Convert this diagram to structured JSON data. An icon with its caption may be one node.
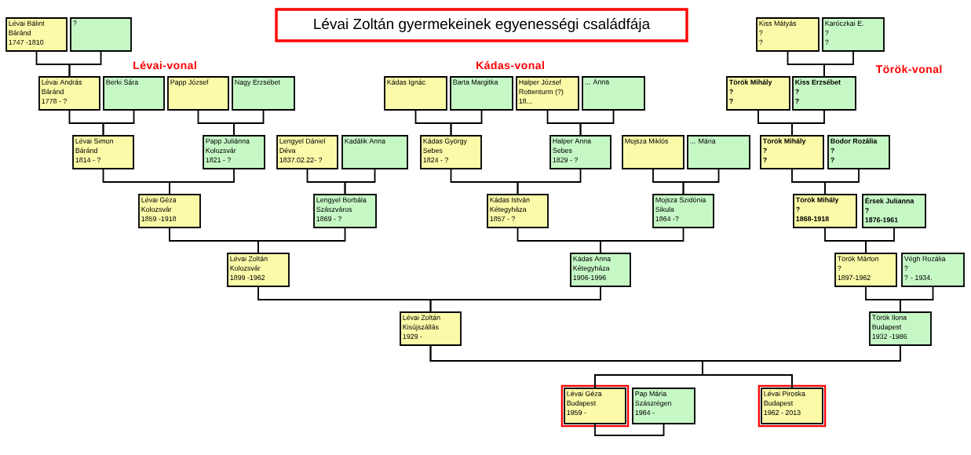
{
  "diagram": {
    "title": "Lévai Zoltán  gyermekeinek egyenességi családfája",
    "nodes": [
      {
        "text": [
          "Lévai Bálint",
          "Báránd",
          "1747 -1810"
        ]
      },
      {
        "text": [
          "?"
        ]
      },
      {
        "text": [
          "Kiss Mátyás",
          "?",
          "?"
        ]
      },
      {
        "text": [
          "Karóczkai E.",
          "?",
          "?"
        ]
      },
      {
        "text": [
          "Lévai András",
          "Báránd",
          "1778 - ?"
        ]
      },
      {
        "text": [
          "Berki Sára"
        ]
      },
      {
        "text": [
          "Papp József"
        ]
      },
      {
        "text": [
          "Nagy Erzsébet"
        ]
      },
      {
        "text": [
          "Kádas Ignác"
        ]
      },
      {
        "text": [
          "Barta Margitka"
        ]
      },
      {
        "text": [
          "Halper József",
          "Rottenturm (?)",
          "18..."
        ]
      },
      {
        "text": [
          "... Anna"
        ]
      },
      {
        "text": [
          "Török Mihály",
          "?",
          "?"
        ]
      },
      {
        "text": [
          "Kiss Erzsébet",
          "?",
          "?"
        ]
      },
      {
        "text": [
          "Lévai Simon",
          "Báránd",
          "1814 - ?"
        ]
      },
      {
        "text": [
          "Papp Juliánna",
          "Kolozsvár",
          "1821 - ?"
        ]
      },
      {
        "text": [
          "Lengyel Dániel",
          "Déva",
          "1837.02.22- ?"
        ]
      },
      {
        "text": [
          "Kadálik Anna"
        ]
      },
      {
        "text": [
          "Kádas György",
          "Sebes",
          "1824 - ?"
        ]
      },
      {
        "text": [
          "Halper Anna",
          "Sebes",
          "1829 - ?"
        ]
      },
      {
        "text": [
          "Mojsza Miklós"
        ]
      },
      {
        "text": [
          "... Mária"
        ]
      },
      {
        "text": [
          "Török Mihály",
          "?",
          "?"
        ]
      },
      {
        "text": [
          "Bodor Rozália",
          "?",
          "?"
        ]
      },
      {
        "text": [
          "Lévai Géza",
          "Kolozsvár",
          "1859 -1918"
        ]
      },
      {
        "text": [
          "Lengyel Borbála",
          "Szászváros",
          "1869 - ?"
        ]
      },
      {
        "text": [
          "Kádas István",
          "Kétegyháza",
          "1857 - ?"
        ]
      },
      {
        "text": [
          "Mojsza Szidónia",
          "Sikula",
          "1864 -?"
        ]
      },
      {
        "text": [
          "Török Mihály",
          "?",
          "1868-1918"
        ]
      },
      {
        "text": [
          "Érsek Julianna",
          "?",
          "1876-1961"
        ]
      },
      {
        "text": [
          "Lévai Zoltán",
          "Kolozsvár",
          "1899 -1962"
        ]
      },
      {
        "text": [
          "Kádas Anna",
          "Kétegyháza",
          "1906-1996"
        ]
      },
      {
        "text": [
          "Török Márton",
          "?",
          "1897-1962"
        ]
      },
      {
        "text": [
          "Végh Rozália",
          "?",
          "? - 1934."
        ]
      },
      {
        "text": [
          "Lévai Zoltán",
          "Kisújszállás",
          "1929 -"
        ]
      },
      {
        "text": [
          "Török Ilona",
          "Budapest",
          "1932 -1986"
        ]
      },
      {
        "text": [
          "Lévai Géza",
          "Budapest",
          "1959 -"
        ]
      },
      {
        "text": [
          "Pap Mária",
          "Szászrégen",
          "1964 -"
        ]
      },
      {
        "text": [
          "Lévai Piroska",
          "Budapest",
          "1962 - 2013"
        ]
      }
    ],
    "edges": [
      {
        "from": 0,
        "to": 4,
        "arrow": "none"
      },
      {
        "from": 1,
        "to": 4,
        "arrow": "none"
      },
      {
        "from": 4,
        "to": 14,
        "arrow": "none"
      },
      {
        "from": 5,
        "to": 14,
        "arrow": "none"
      },
      {
        "from": 6,
        "to": 15,
        "arrow": "none"
      },
      {
        "from": 7,
        "to": 15,
        "arrow": "none"
      },
      {
        "from": 14,
        "to": 24,
        "arrow": "none"
      },
      {
        "from": 15,
        "to": 24,
        "arrow": "none"
      },
      {
        "from": 16,
        "to": 25,
        "arrow": "none"
      },
      {
        "from": 17,
        "to": 25,
        "arrow": "none"
      },
      {
        "from": 8,
        "to": 18,
        "arrow": "none"
      },
      {
        "from": 9,
        "to": 18,
        "arrow": "none"
      },
      {
        "from": 10,
        "to": 19,
        "arrow": "none"
      },
      {
        "from": 11,
        "to": 19,
        "arrow": "none"
      },
      {
        "from": 18,
        "to": 26,
        "arrow": "none"
      },
      {
        "from": 19,
        "to": 26,
        "arrow": "none"
      },
      {
        "from": 20,
        "to": 27,
        "arrow": "none"
      },
      {
        "from": 21,
        "to": 27,
        "arrow": "none"
      },
      {
        "from": 2,
        "to": 13,
        "arrow": "none"
      },
      {
        "from": 3,
        "to": 13,
        "arrow": "none"
      },
      {
        "from": 12,
        "to": 22,
        "arrow": "none"
      },
      {
        "from": 13,
        "to": 22,
        "arrow": "none"
      },
      {
        "from": 22,
        "to": 28,
        "arrow": "none"
      },
      {
        "from": 23,
        "to": 28,
        "arrow": "none"
      },
      {
        "from": 24,
        "to": 30,
        "arrow": "none"
      },
      {
        "from": 25,
        "to": 30,
        "arrow": "none"
      },
      {
        "from": 26,
        "to": 31,
        "arrow": "none"
      },
      {
        "from": 27,
        "to": 31,
        "arrow": "none"
      },
      {
        "from": 28,
        "to": 32,
        "arrow": "none"
      },
      {
        "from": 29,
        "to": 32,
        "arrow": "none"
      },
      {
        "from": 30,
        "to": 34,
        "arrow": "none"
      },
      {
        "from": 31,
        "to": 34,
        "arrow": "none"
      },
      {
        "from": 32,
        "to": 35,
        "arrow": "none"
      },
      {
        "from": 33,
        "to": 35,
        "arrow": "none"
      },
      {
        "from": 34,
        "to": 36,
        "arrow": "none"
      },
      {
        "from": 34,
        "to": 38,
        "arrow": "none"
      },
      {
        "from": 35,
        "to": 36,
        "arrow": "none"
      },
      {
        "from": 35,
        "to": 38,
        "arrow": "none"
      },
      {
        "from": 36,
        "to": 37,
        "arrow": "none"
      }
    ],
    "labels": [
      "Lévai-vonal",
      "Kádas-vonal",
      "Török-vonal"
    ]
  }
}
